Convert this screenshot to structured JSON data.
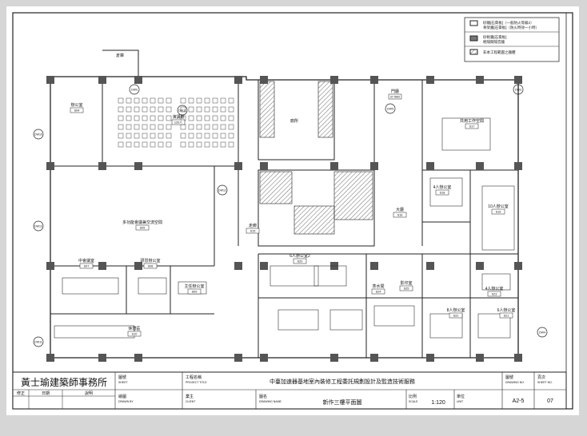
{
  "legend": {
    "items": [
      {
        "line1": "砂牆[石膏板]（一般防火等級2）",
        "line2": "骨架牆[石膏板]（防火時效一小時）"
      },
      {
        "line1": "砂輕牆[石膏板]",
        "line2": "輕隔間隔音牆"
      },
      {
        "line1": "非本工程範圍之牆體",
        "line2": ""
      }
    ]
  },
  "axis_labels": [
    "DW10",
    "DW13",
    "DW11",
    "DW9",
    "DW11",
    "DW12",
    "DW5",
    "DW3",
    "DW4"
  ],
  "rooms": [
    {
      "key": "lecture",
      "label": "演講廳",
      "sub": "120人"
    },
    {
      "key": "office1",
      "label": "辦公室",
      "sub": "S04"
    },
    {
      "key": "storage",
      "label": "倉庫",
      "sub": ""
    },
    {
      "key": "multipurpose",
      "label": "多功能會議兼交流空間",
      "sub": "S05"
    },
    {
      "key": "meeting_a",
      "label": "中會議室",
      "sub": "S07"
    },
    {
      "key": "meeting_b",
      "label": "研習辦公室",
      "sub": "S08"
    },
    {
      "key": "meeting_c",
      "label": "主任辦公室",
      "sub": "S09"
    },
    {
      "key": "lounge",
      "label": "休憩區",
      "sub": "S10"
    },
    {
      "key": "hall",
      "label": "門廳",
      "sub": "37.5M2"
    },
    {
      "key": "corridor",
      "label": "走廊",
      "sub": "S15"
    },
    {
      "key": "lobby",
      "label": "大廳",
      "sub": "S16"
    },
    {
      "key": "open_office",
      "label": "共用工作空間",
      "sub": "S17"
    },
    {
      "key": "room4",
      "label": "4人辦公室",
      "sub": "S18"
    },
    {
      "key": "room10",
      "label": "10人辦公室",
      "sub": "S19"
    },
    {
      "key": "room6a",
      "label": "6人辦公室2",
      "sub": "S20"
    },
    {
      "key": "room6b",
      "label": "6人辦公室",
      "sub": "S21"
    },
    {
      "key": "room8",
      "label": "8人辦公室",
      "sub": "S22"
    },
    {
      "key": "room4b",
      "label": "4人辦公室",
      "sub": "S23"
    },
    {
      "key": "pantry",
      "label": "茶水間",
      "sub": "S24"
    },
    {
      "key": "copy",
      "label": "影印室",
      "sub": "S25"
    },
    {
      "key": "toilet",
      "label": "廁所",
      "sub": ""
    }
  ],
  "title_block": {
    "firm": "黃士瑜建築師事務所",
    "rev_col1": "修正",
    "rev_col2": "日期",
    "rev_col3": "說明",
    "sheet_label": "圖號",
    "sheet_label_en": "SHEET",
    "project_label": "工程名稱",
    "project_label_en": "PROJECT TITLE",
    "project_title": "中臺加速器基地室內裝修工程委託規劃設計及監造技術服務",
    "drawn_label": "繪圖",
    "drawn_label_en": "DRAWN BY",
    "client_label": "業主",
    "client_label_en": "CLIENT",
    "drawing_label": "圖名",
    "drawing_label_en": "DRAWING NAME",
    "drawing_name": "新作三樓平面圖",
    "scale_label": "比例",
    "scale_label_en": "SCALE",
    "scale": "1:120",
    "unit_label": "單位",
    "unit_label_en": "UNIT",
    "drawing_no_label": "圖號",
    "drawing_no_label_en": "DRAWING NO.",
    "drawing_no": "A2-5",
    "page_label": "頁次",
    "page_label_en": "SHEET NO.",
    "page_no": "07"
  }
}
